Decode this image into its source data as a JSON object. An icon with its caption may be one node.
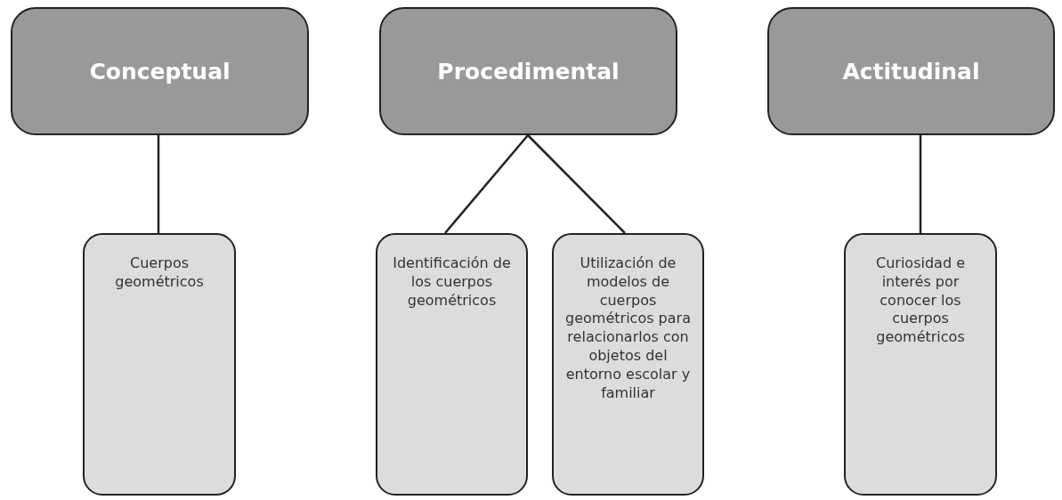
{
  "diagram": {
    "nodes": [
      {
        "text": [
          "Conceptual"
        ]
      },
      {
        "text": [
          "Procedimental"
        ]
      },
      {
        "text": [
          "Actitudinal"
        ]
      },
      {
        "text": [
          "Cuerpos geométricos"
        ]
      },
      {
        "text": [
          "Identificación de los cuerpos geométricos"
        ]
      },
      {
        "text": [
          "Utilización de modelos de cuerpos geométricos para relacionarlos con objetos del entorno escolar y familiar"
        ]
      },
      {
        "text": [
          "Curiosidad e interés por conocer los cuerpos geométricos"
        ]
      }
    ],
    "edges": [
      {
        "from": 0,
        "to": 3,
        "arrow": "none"
      },
      {
        "from": 1,
        "to": 4,
        "arrow": "none"
      },
      {
        "from": 1,
        "to": 5,
        "arrow": "none"
      },
      {
        "from": 2,
        "to": 6,
        "arrow": "none"
      }
    ]
  }
}
